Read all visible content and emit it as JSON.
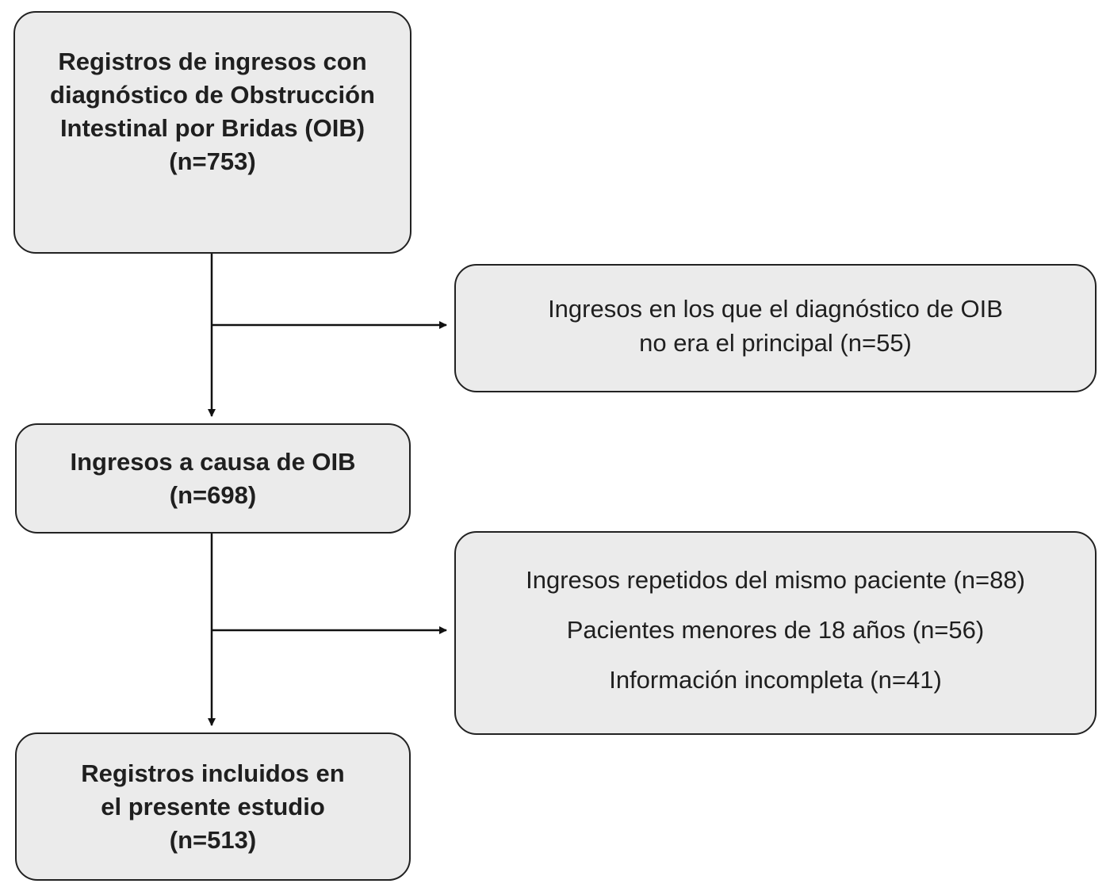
{
  "flowchart": {
    "main_steps": [
      {
        "lines": [
          "Registros de ingresos con",
          "diagnóstico de Obstrucción",
          "Intestinal por Bridas (OIB)",
          "(n=753)"
        ]
      },
      {
        "lines": [
          "Ingresos a causa de OIB",
          "(n=698)"
        ]
      },
      {
        "lines": [
          "Registros incluidos en",
          "el presente estudio",
          "(n=513)"
        ]
      }
    ],
    "exclusions": [
      {
        "lines": [
          "Ingresos en los que el diagnóstico de OIB",
          "no era el principal (n=55)"
        ]
      },
      {
        "lines": [
          "Ingresos repetidos del mismo paciente (n=88)",
          "Pacientes menores de 18 años (n=56)",
          "Información incompleta (n=41)"
        ]
      }
    ]
  },
  "colors": {
    "box_fill": "#ebebeb",
    "box_border": "#222222",
    "arrow": "#111111",
    "text": "#1f1f1f"
  }
}
